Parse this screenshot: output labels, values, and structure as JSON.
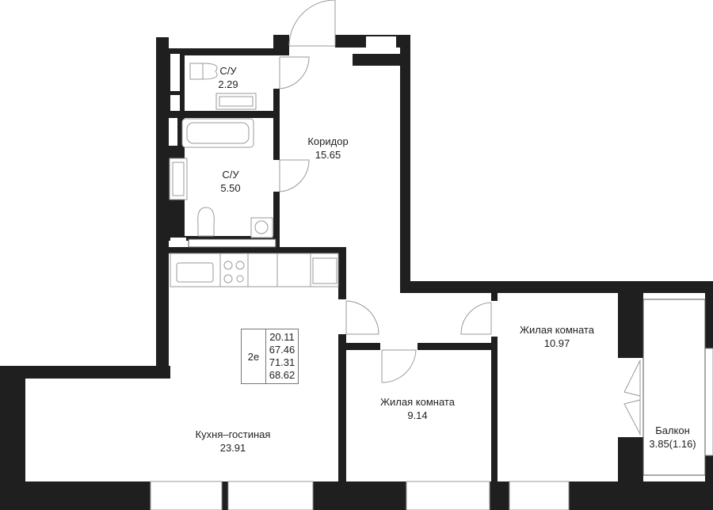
{
  "plan": {
    "apartment_code": "2e",
    "areas": [
      "20.11",
      "67.46",
      "71.31",
      "68.62"
    ],
    "rooms": [
      {
        "name": "С/У",
        "area": "2.29"
      },
      {
        "name": "С/У",
        "area": "5.50"
      },
      {
        "name": "Коридор",
        "area": "15.65"
      },
      {
        "name": "Кухня–гостиная",
        "area": "23.91"
      },
      {
        "name": "Жилая комната",
        "area": "9.14"
      },
      {
        "name": "Жилая комната",
        "area": "10.97"
      },
      {
        "name": "Балкон",
        "area": "3.85(1.16)"
      }
    ]
  }
}
